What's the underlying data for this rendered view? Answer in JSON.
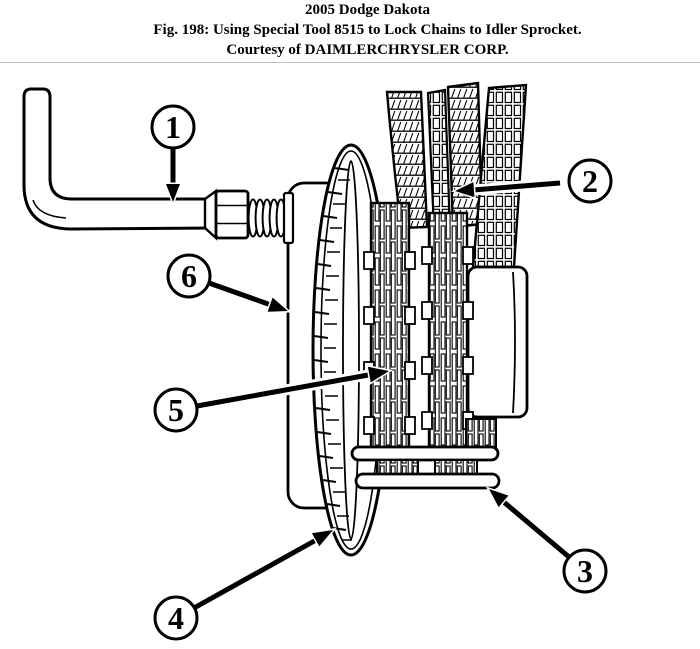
{
  "header": {
    "line1": "2005 Dodge Dakota",
    "line2": "Fig. 198: Using Special Tool 8515 to Lock Chains to Idler Sprocket.",
    "line3": "Courtesy of DAIMLERCHRYSLER CORP."
  },
  "figure": {
    "callouts": [
      "1",
      "2",
      "3",
      "4",
      "5",
      "6"
    ]
  },
  "colors": {
    "line": "#000000",
    "background": "#ffffff",
    "divider": "#c4c4c4"
  }
}
